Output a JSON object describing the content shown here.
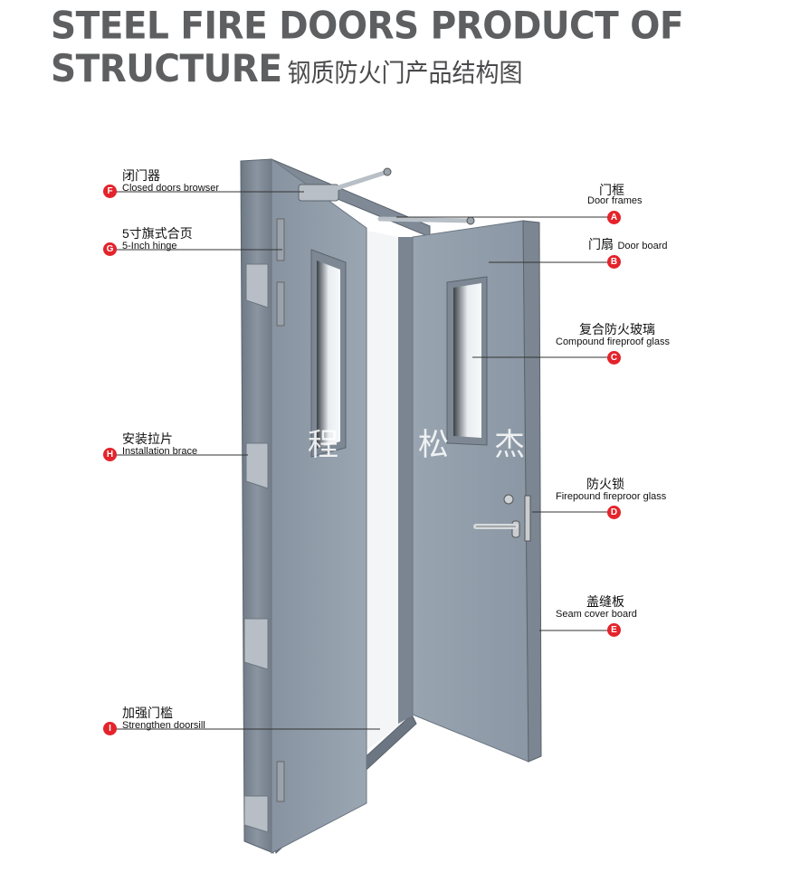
{
  "title": {
    "line1": "STEEL FIRE DOORS PRODUCT OF",
    "line2": "STRUCTURE",
    "cn": "钢质防火门产品结构图"
  },
  "labels": {
    "F": {
      "letter": "F",
      "cn": "闭门器",
      "en": "Closed doors browser"
    },
    "G": {
      "letter": "G",
      "cn": "5寸旗式合页",
      "en": "5-Inch hinge"
    },
    "H": {
      "letter": "H",
      "cn": "安装拉片",
      "en": "Installation brace"
    },
    "I": {
      "letter": "I",
      "cn": "加强门槛",
      "en": "Strengthen doorsill"
    },
    "A": {
      "letter": "A",
      "cn": "门框",
      "en": "Door frames"
    },
    "B": {
      "letter": "B",
      "cn": "门扇",
      "en": "Door board"
    },
    "C": {
      "letter": "C",
      "cn": "复合防火玻璃",
      "en": "Compound fireproof glass"
    },
    "D": {
      "letter": "D",
      "cn": "防火锁",
      "en": "Firepound fireproor glass"
    },
    "E": {
      "letter": "E",
      "cn": "盖缝板",
      "en": "Seam cover board"
    }
  },
  "watermark": [
    "程",
    "松",
    "杰"
  ],
  "colors": {
    "badge": "#e4232b",
    "door": "#8e9aa7",
    "title": "#5e5f61"
  }
}
